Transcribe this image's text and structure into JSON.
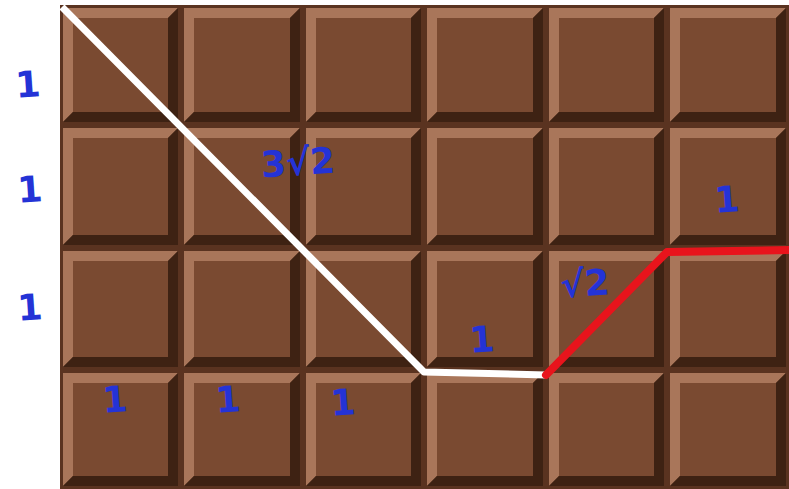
{
  "diagram": {
    "labels": [
      "1",
      "1",
      "1",
      "1",
      "1",
      "1",
      "3√2",
      "1",
      "√2",
      "1"
    ]
  }
}
